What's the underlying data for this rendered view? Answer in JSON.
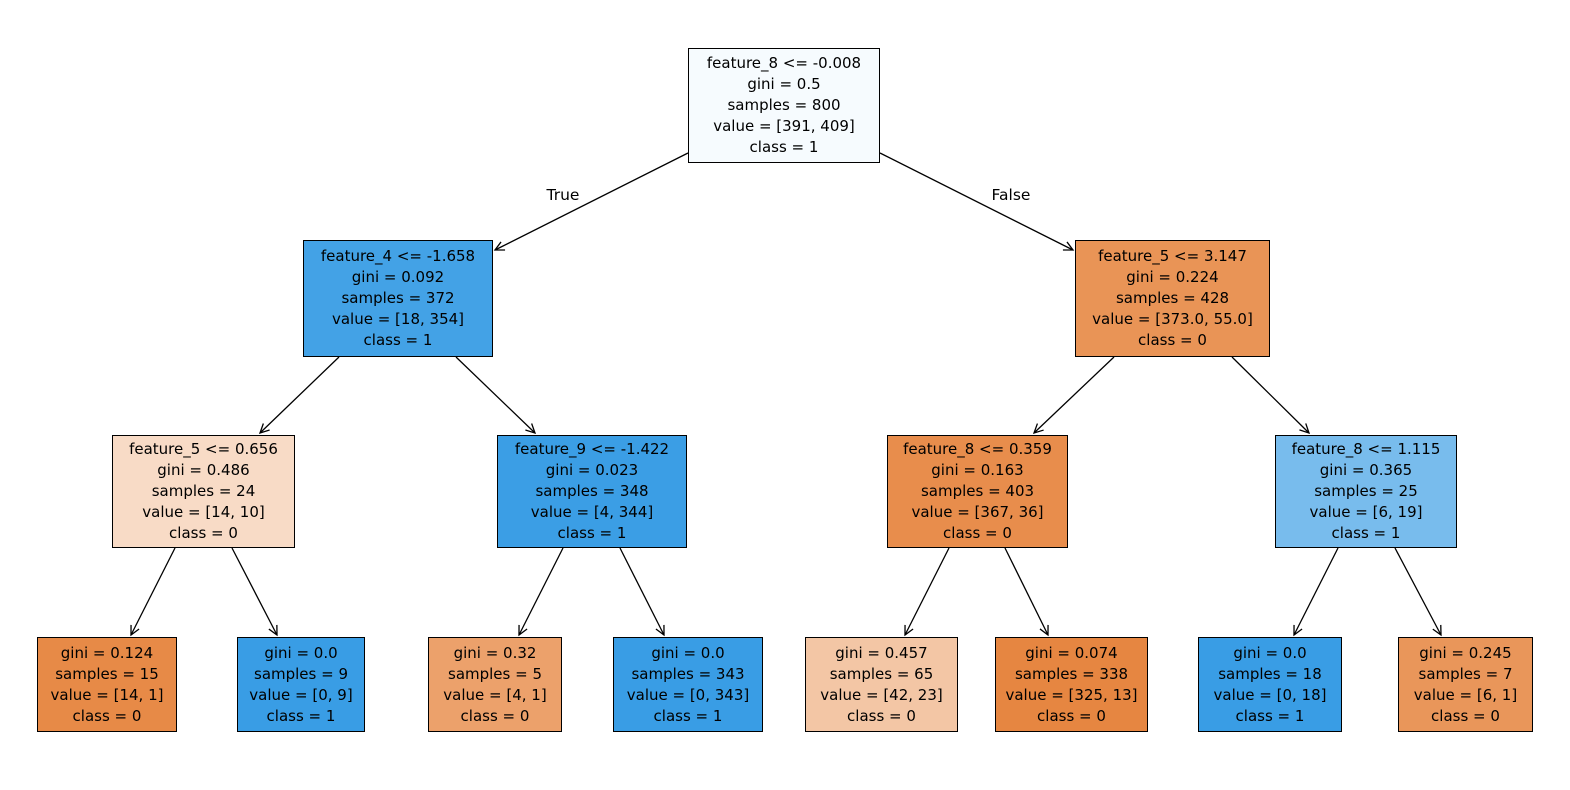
{
  "figure": {
    "background": "#ffffff",
    "class_colors": {
      "class0": "#e58139",
      "class1": "#399de5"
    },
    "edge_labels": {
      "true_label": "True",
      "false_label": "False"
    },
    "nodes": [
      {
        "id": "root",
        "fill": "#f6fbfe",
        "lines": [
          "feature_8 <= -0.008",
          "gini = 0.5",
          "samples = 800",
          "value = [391, 409]",
          "class = 1"
        ]
      },
      {
        "id": "node-l",
        "fill": "#43a2e6",
        "lines": [
          "feature_4 <= -1.658",
          "gini = 0.092",
          "samples = 372",
          "value = [18, 354]",
          "class = 1"
        ]
      },
      {
        "id": "node-r",
        "fill": "#e99456",
        "lines": [
          "feature_5 <= 3.147",
          "gini = 0.224",
          "samples = 428",
          "value = [373.0, 55.0]",
          "class = 0"
        ]
      },
      {
        "id": "node-ll",
        "fill": "#f8dbc6",
        "lines": [
          "feature_5 <= 0.656",
          "gini = 0.486",
          "samples = 24",
          "value = [14, 10]",
          "class = 0"
        ]
      },
      {
        "id": "node-lr",
        "fill": "#3b9ee5",
        "lines": [
          "feature_9 <= -1.422",
          "gini = 0.023",
          "samples = 348",
          "value = [4, 344]",
          "class = 1"
        ]
      },
      {
        "id": "node-rl",
        "fill": "#e88d4c",
        "lines": [
          "feature_8 <= 0.359",
          "gini = 0.163",
          "samples = 403",
          "value = [367, 36]",
          "class = 0"
        ]
      },
      {
        "id": "node-rr",
        "fill": "#78bced",
        "lines": [
          "feature_8 <= 1.115",
          "gini = 0.365",
          "samples = 25",
          "value = [6, 19]",
          "class = 1"
        ]
      },
      {
        "id": "leaf-1",
        "fill": "#e78a47",
        "lines": [
          "gini = 0.124",
          "samples = 15",
          "value = [14, 1]",
          "class = 0"
        ]
      },
      {
        "id": "leaf-2",
        "fill": "#399de5",
        "lines": [
          "gini = 0.0",
          "samples = 9",
          "value = [0, 9]",
          "class = 1"
        ]
      },
      {
        "id": "leaf-3",
        "fill": "#eca16b",
        "lines": [
          "gini = 0.32",
          "samples = 5",
          "value = [4, 1]",
          "class = 0"
        ]
      },
      {
        "id": "leaf-4",
        "fill": "#399de5",
        "lines": [
          "gini = 0.0",
          "samples = 343",
          "value = [0, 343]",
          "class = 1"
        ]
      },
      {
        "id": "leaf-5",
        "fill": "#f3c6a5",
        "lines": [
          "gini = 0.457",
          "samples = 65",
          "value = [42, 23]",
          "class = 0"
        ]
      },
      {
        "id": "leaf-6",
        "fill": "#e68641",
        "lines": [
          "gini = 0.074",
          "samples = 338",
          "value = [325, 13]",
          "class = 0"
        ]
      },
      {
        "id": "leaf-7",
        "fill": "#399de5",
        "lines": [
          "gini = 0.0",
          "samples = 18",
          "value = [0, 18]",
          "class = 1"
        ]
      },
      {
        "id": "leaf-8",
        "fill": "#e9965a",
        "lines": [
          "gini = 0.245",
          "samples = 7",
          "value = [6, 1]",
          "class = 0"
        ]
      }
    ]
  }
}
